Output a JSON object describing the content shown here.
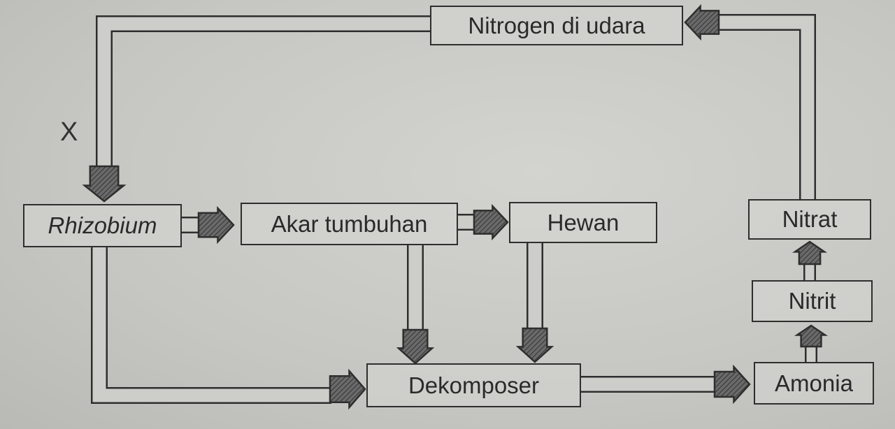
{
  "nodes": {
    "nitrogen_air": "Nitrogen di udara",
    "rhizobium": "Rhizobium",
    "plant_roots": "Akar tumbuhan",
    "animals": "Hewan",
    "decomposer": "Dekomposer",
    "ammonia": "Amonia",
    "nitrite": "Nitrit",
    "nitrate": "Nitrat"
  },
  "labels": {
    "x_marker": "X"
  },
  "edges": [
    {
      "from": "Nitrogen di udara",
      "to": "Rhizobium",
      "label": "X"
    },
    {
      "from": "Rhizobium",
      "to": "Akar tumbuhan"
    },
    {
      "from": "Akar tumbuhan",
      "to": "Hewan"
    },
    {
      "from": "Akar tumbuhan",
      "to": "Dekomposer"
    },
    {
      "from": "Hewan",
      "to": "Dekomposer"
    },
    {
      "from": "Rhizobium",
      "to": "Dekomposer"
    },
    {
      "from": "Dekomposer",
      "to": "Amonia"
    },
    {
      "from": "Amonia",
      "to": "Nitrit"
    },
    {
      "from": "Nitrit",
      "to": "Nitrat"
    },
    {
      "from": "Nitrat",
      "to": "Nitrogen di udara"
    }
  ],
  "colors": {
    "line": "#2e2e2e",
    "arrowhead": "#5a5a5a",
    "background": "#c9c9c5"
  }
}
